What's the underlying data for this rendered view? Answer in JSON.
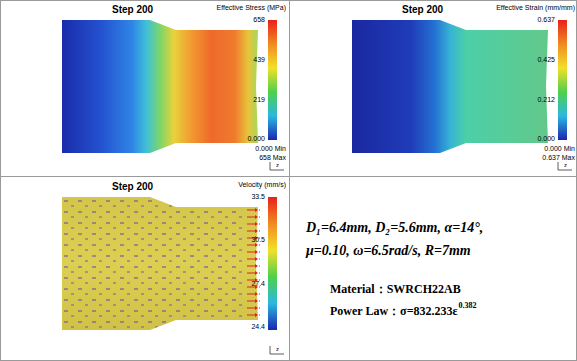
{
  "diagram": {
    "labels": [
      "Step 200",
      "Effective Stress (MPa)",
      "658",
      "439",
      "219",
      "0.000",
      "0.000 Min",
      "658 Max",
      "z",
      "Step 200",
      "Effective Strain (mm/mm)",
      "0.637",
      "0.425",
      "0.212",
      "0.000",
      "0.000 Min",
      "0.637 Max",
      "z",
      "Step 200",
      "Velocity (mm/s)",
      "33.5",
      "30.5",
      "27.4",
      "24.4",
      "z",
      "D₁=6.4mm, D₂=5.6mm, α=14°,",
      "μ=0.10, ω=6.5rad/s, R=7mm",
      "Material：SWRCH22AB",
      "Power Law：σ=832.233ε",
      "0.382"
    ]
  }
}
